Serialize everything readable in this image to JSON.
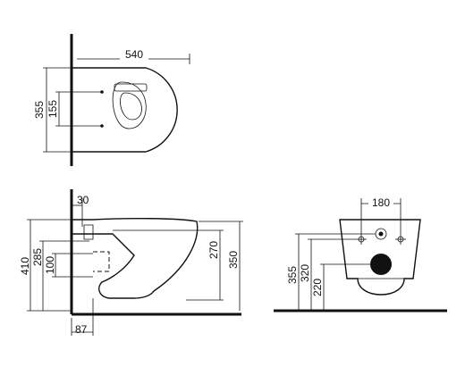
{
  "drawing": {
    "top_view": {
      "dims": {
        "width": "540",
        "depth": "355",
        "hole_spacing": "155"
      }
    },
    "side_view": {
      "dims": {
        "wall_offset": "30",
        "height_top": "410",
        "height_285": "285",
        "height_100": "100",
        "height_270": "270",
        "height_350": "350",
        "bottom_offset": "87"
      }
    },
    "rear_view": {
      "dims": {
        "bolt_spacing": "180",
        "height_355": "355",
        "height_320": "320",
        "height_220": "220"
      }
    }
  }
}
